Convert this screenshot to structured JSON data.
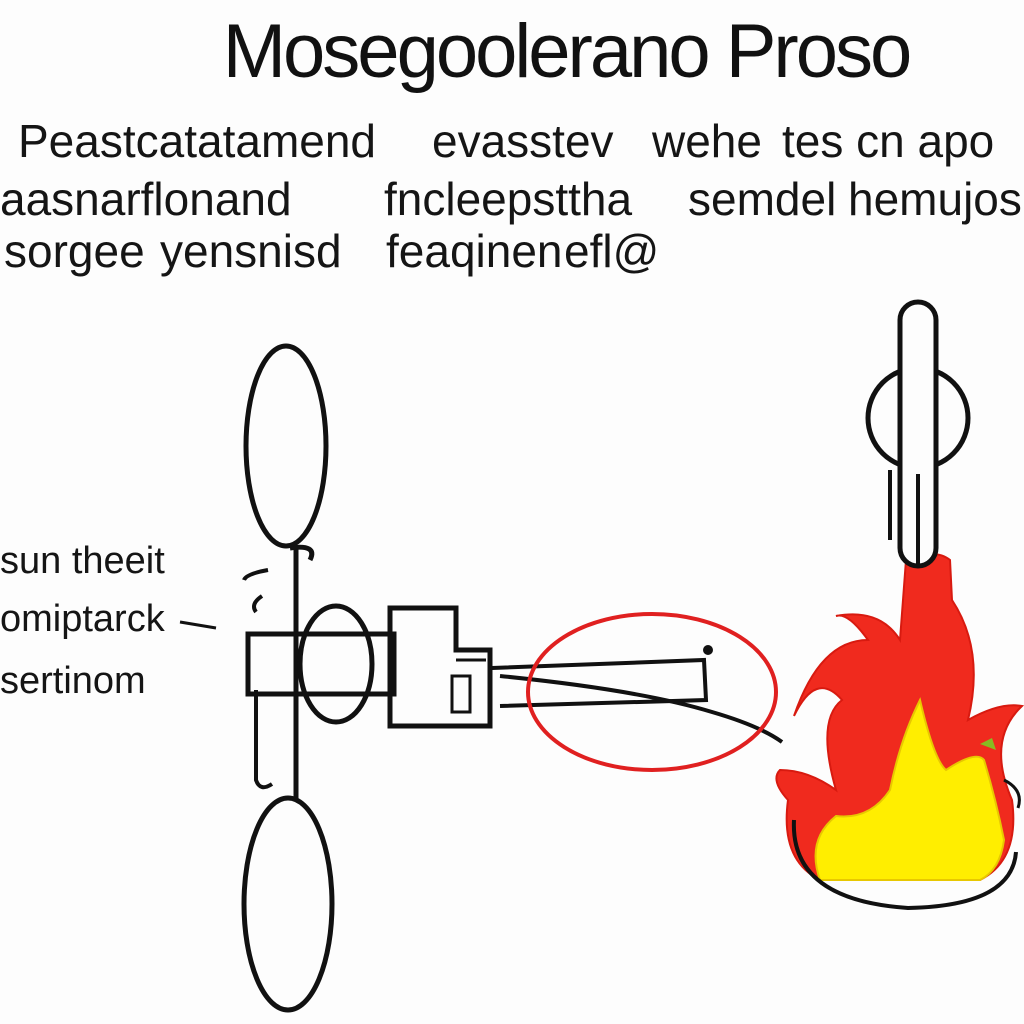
{
  "title": "Mosegoolerano Proso",
  "intro_lines": [
    {
      "left": "Peastcatatamend",
      "middle": "evasstev",
      "right": "wehe",
      "tail": "tes cn apo"
    },
    {
      "left": "aasnarflonand",
      "middle": "fncleepsttha",
      "right": "semdel",
      "tail": "hemujos"
    },
    {
      "left": "sorgee",
      "middle": "yensnisd",
      "right": "feaqinen",
      "tail": "efl@"
    }
  ],
  "side_labels": [
    "sun theeit",
    "omiptarck",
    "sertinom"
  ],
  "colors": {
    "ink": "#111111",
    "highlight_ring": "#e02020",
    "flame_outer": "#f02a1e",
    "flame_inner": "#ffee00"
  }
}
